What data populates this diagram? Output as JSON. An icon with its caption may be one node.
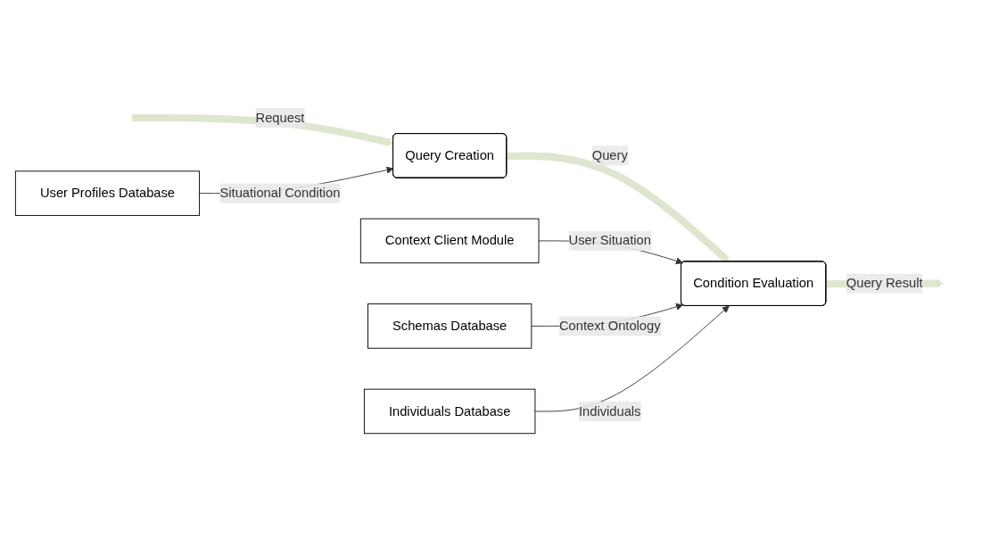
{
  "diagram": {
    "nodes": [
      {
        "text": [
          "Query Creation"
        ]
      },
      {
        "text": [
          "Condition Evaluation"
        ]
      },
      {
        "text": [
          "Context Client Module"
        ]
      },
      {
        "text": [
          "User Profiles Database"
        ]
      },
      {
        "text": [
          "Schemas Database"
        ]
      },
      {
        "text": [
          "Individuals Database"
        ]
      }
    ],
    "edges": [
      {
        "from": null,
        "to": 0,
        "arrow": "to",
        "label": "Request",
        "style": "thick",
        "color": "#dfe6cf"
      },
      {
        "from": 0,
        "to": 1,
        "arrow": "to",
        "label": "Query",
        "style": "thick",
        "color": "#dfe6cf"
      },
      {
        "from": 1,
        "to": null,
        "arrow": "to",
        "label": "Query Result",
        "style": "thick",
        "color": "#dfe6cf"
      },
      {
        "from": 2,
        "to": 1,
        "arrow": "to",
        "label": "User Situation"
      },
      {
        "from": 3,
        "to": 0,
        "arrow": "to",
        "label": "Situational Condition"
      },
      {
        "from": 4,
        "to": 1,
        "arrow": "to",
        "label": "Context Ontology"
      },
      {
        "from": 5,
        "to": 1,
        "arrow": "to",
        "label": "Individuals"
      }
    ]
  }
}
